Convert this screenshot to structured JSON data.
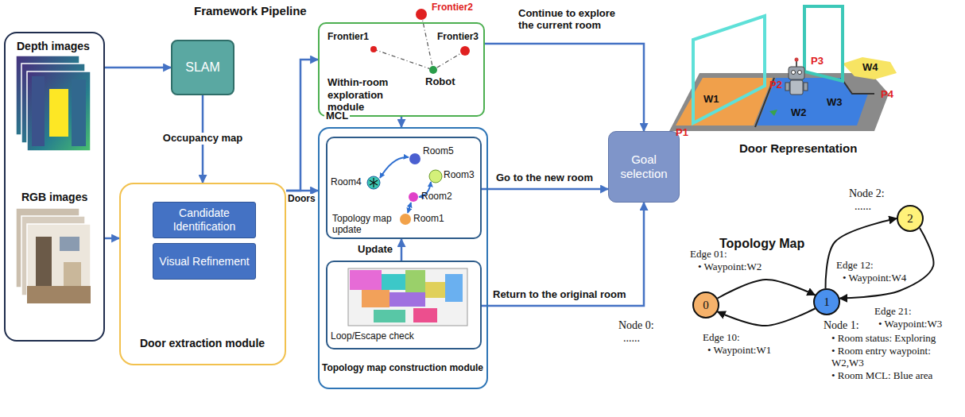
{
  "diagram": {
    "title": "Framework Pipeline",
    "nodes": [
      {
        "text": [
          "Depth images",
          "RGB images"
        ]
      },
      {
        "text": [
          "SLAM"
        ]
      },
      {
        "text": [
          "Door extraction module"
        ]
      },
      {
        "text": [
          "Candidate Identification"
        ],
        "in": 2
      },
      {
        "text": [
          "Visual Refinement"
        ],
        "in": 2
      },
      {
        "text": [
          "Within-room exploration module"
        ]
      },
      {
        "text": [
          "Topology map construction module"
        ]
      },
      {
        "text": [
          "Topology map update"
        ],
        "in": 6
      },
      {
        "text": [
          "Loop/Escape check"
        ],
        "in": 6
      },
      {
        "text": [
          "Goal selection"
        ]
      },
      {
        "text": [
          "0"
        ]
      },
      {
        "text": [
          "1"
        ]
      },
      {
        "text": [
          "2"
        ]
      }
    ],
    "edges": [
      {
        "from": 0,
        "to": 1,
        "arrow": "to"
      },
      {
        "from": 0,
        "to": 2,
        "arrow": "to"
      },
      {
        "from": 1,
        "to": 2,
        "label": "Occupancy map",
        "arrow": "to"
      },
      {
        "from": 2,
        "to": 5,
        "arrow": "to"
      },
      {
        "from": 2,
        "to": 6,
        "label": "Doors",
        "arrow": "to"
      },
      {
        "from": 5,
        "to": 6,
        "label": "MCL",
        "arrow": "to"
      },
      {
        "from": 5,
        "to": 9,
        "label": "Continue to explore the current room",
        "arrow": "to"
      },
      {
        "from": 7,
        "to": 9,
        "label": "Go to the new room",
        "arrow": "to"
      },
      {
        "from": 8,
        "to": 7,
        "label": "Update",
        "arrow": "to"
      },
      {
        "from": 8,
        "to": 9,
        "label": "Return to the original room",
        "arrow": "to"
      },
      {
        "from": 10,
        "to": 11,
        "label": "Edge 01:",
        "arrow": "to"
      },
      {
        "from": 11,
        "to": 10,
        "label": "Edge 10:",
        "arrow": "to"
      },
      {
        "from": 11,
        "to": 12,
        "label": "Edge 12:",
        "arrow": "to"
      },
      {
        "from": 12,
        "to": 11,
        "label": "Edge 21:",
        "arrow": "to"
      }
    ],
    "labels": [
      "Frontier1",
      "Frontier2",
      "Frontier3",
      "Robot",
      "Room5",
      "Room3",
      "Room4",
      "Room2",
      "Room1",
      "Door Representation",
      "W1",
      "W2",
      "W3",
      "W4",
      "P1",
      "P2",
      "P3",
      "P4",
      "Topology Map",
      "Node 2:",
      "......",
      "Node 0:",
      "......",
      "Node 1:",
      "• Room status: Exploring",
      "• Room entry waypoint: W2,W3",
      "• Room MCL: Blue area",
      "• Waypoint:W2",
      "• Waypoint:W1",
      "• Waypoint:W4",
      "• Waypoint:W3"
    ]
  }
}
